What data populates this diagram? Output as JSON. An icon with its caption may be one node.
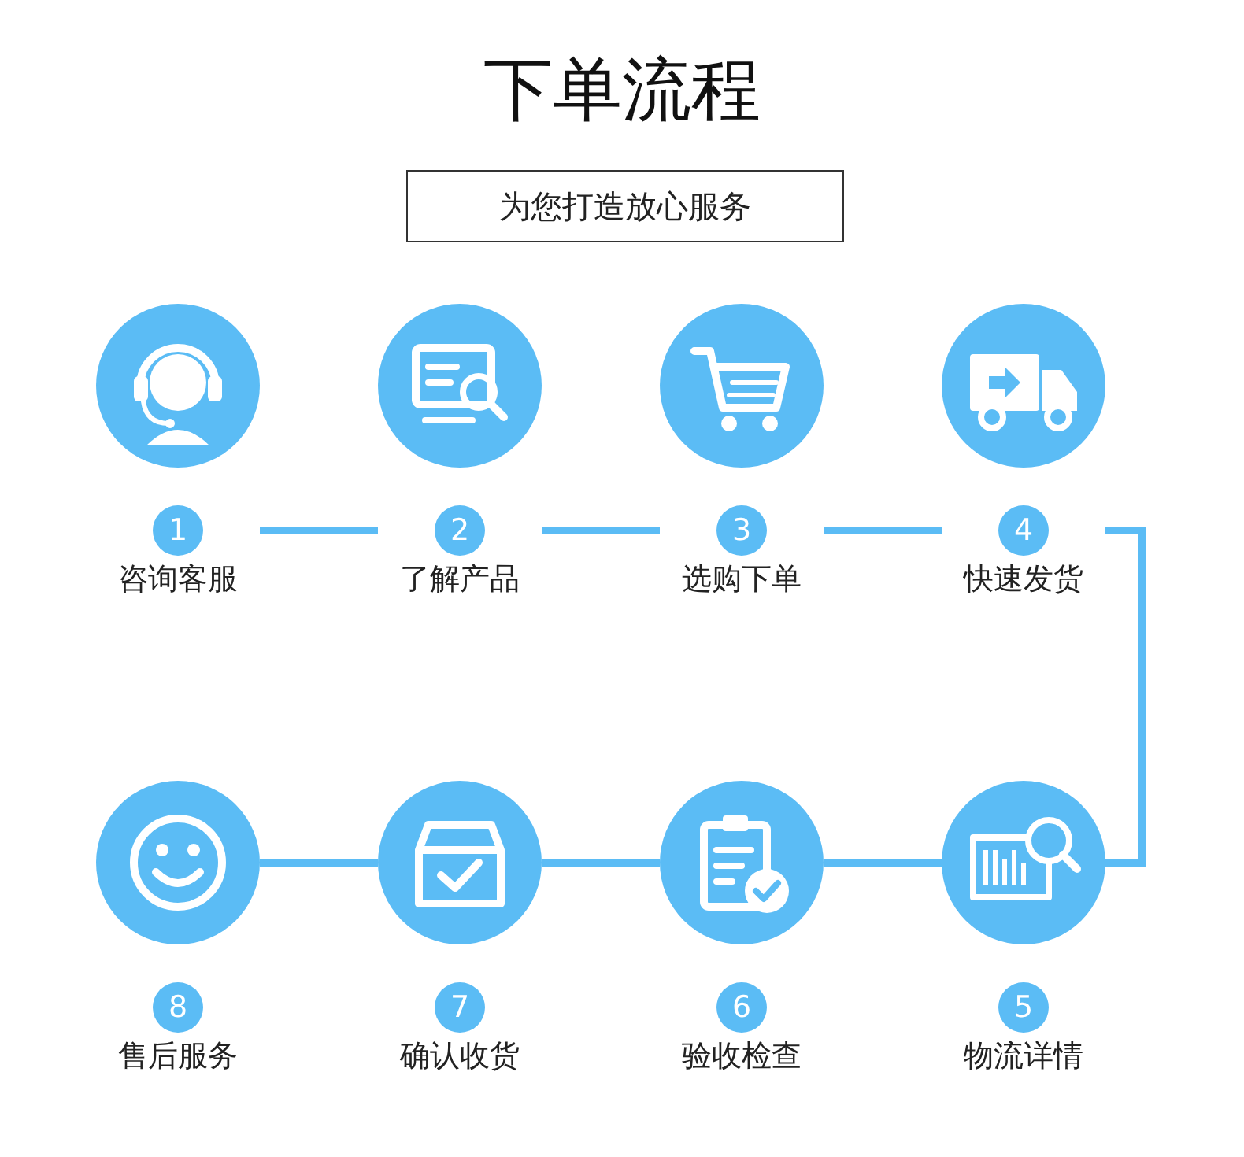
{
  "diagram": {
    "title": "下单流程",
    "nodes": [
      {
        "text": [
          "1",
          "咨询客服"
        ]
      },
      {
        "text": [
          "2",
          "了解产品"
        ]
      },
      {
        "text": [
          "3",
          "选购下单"
        ]
      },
      {
        "text": [
          "4",
          "快速发货"
        ]
      },
      {
        "text": [
          "5",
          "物流详情"
        ]
      },
      {
        "text": [
          "6",
          "验收检查"
        ]
      },
      {
        "text": [
          "7",
          "确认收货"
        ]
      },
      {
        "text": [
          "8",
          "售后服务"
        ]
      }
    ],
    "edges": [
      {
        "from": 0,
        "to": 1,
        "arrow": "none"
      },
      {
        "from": 1,
        "to": 2,
        "arrow": "none"
      },
      {
        "from": 2,
        "to": 3,
        "arrow": "none"
      },
      {
        "from": 3,
        "to": 4,
        "arrow": "none"
      },
      {
        "from": 4,
        "to": 5,
        "arrow": "none"
      },
      {
        "from": 5,
        "to": 6,
        "arrow": "none"
      },
      {
        "from": 6,
        "to": 7,
        "arrow": "none"
      }
    ],
    "labels": [
      "为您打造放心服务"
    ]
  }
}
